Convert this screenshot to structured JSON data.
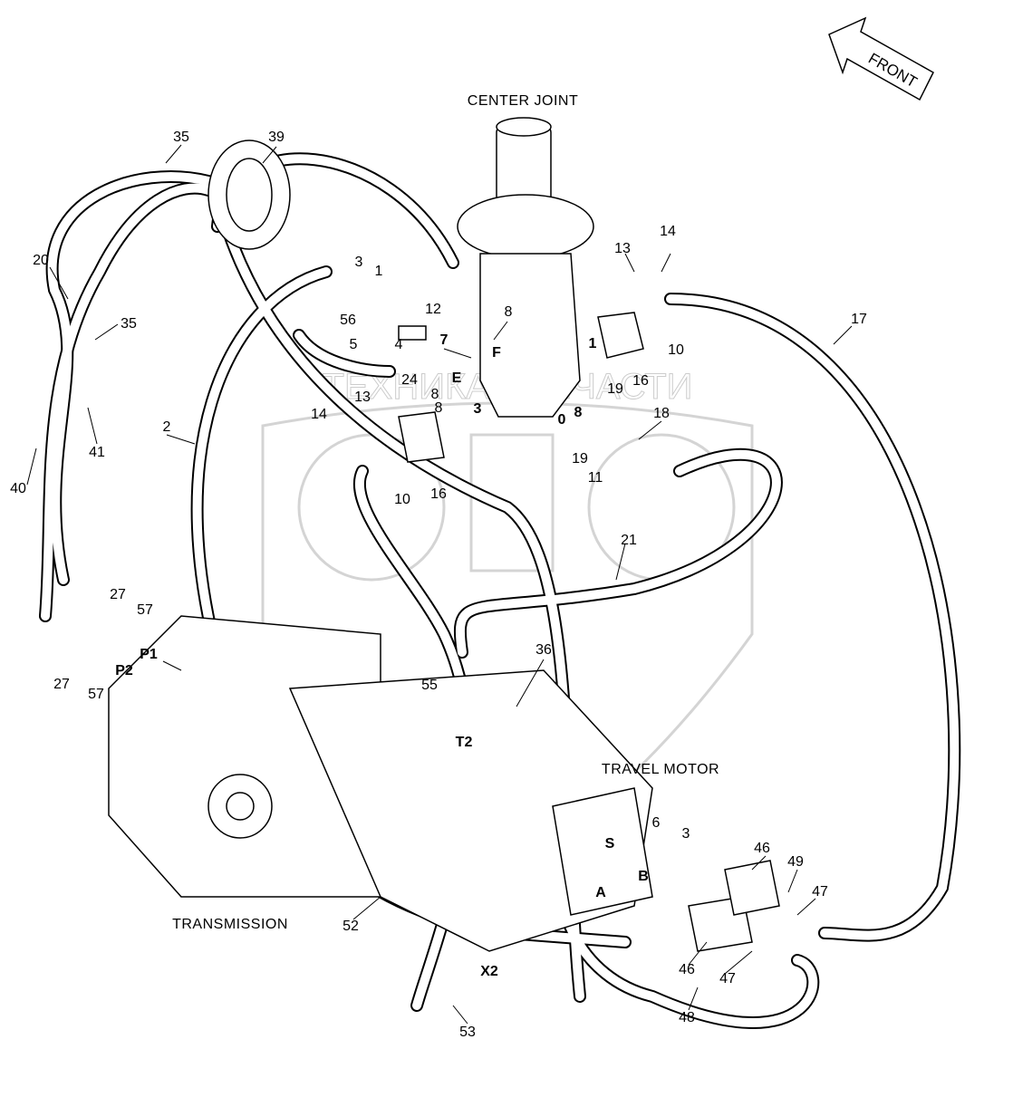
{
  "title_center_joint": "CENTER JOINT",
  "title_travel_motor": "TRAVEL MOTOR",
  "title_transmission": "TRANSMISSION",
  "front_arrow": "FRONT",
  "watermark": {
    "text": "ТЕХНИКА ЗАПЧАСТИ",
    "logo": "ЭПФ",
    "color": "#d0d0d0"
  },
  "callouts": [
    "35",
    "39",
    "20",
    "35",
    "41",
    "40",
    "2",
    "3",
    "1",
    "12",
    "56",
    "5",
    "4",
    "7",
    "8",
    "F",
    "E",
    "24",
    "8",
    "13",
    "14",
    "8",
    "3",
    "10",
    "16",
    "0",
    "8",
    "19",
    "19",
    "11",
    "18",
    "13",
    "14",
    "1",
    "10",
    "16",
    "17",
    "21",
    "36",
    "55",
    "T2",
    "27",
    "57",
    "P1",
    "27",
    "P2",
    "57",
    "52",
    "S",
    "6",
    "3",
    "B",
    "A",
    "46",
    "49",
    "47",
    "46",
    "47",
    "48",
    "X2",
    "53"
  ],
  "colors": {
    "line": "#000000",
    "background": "#ffffff"
  }
}
